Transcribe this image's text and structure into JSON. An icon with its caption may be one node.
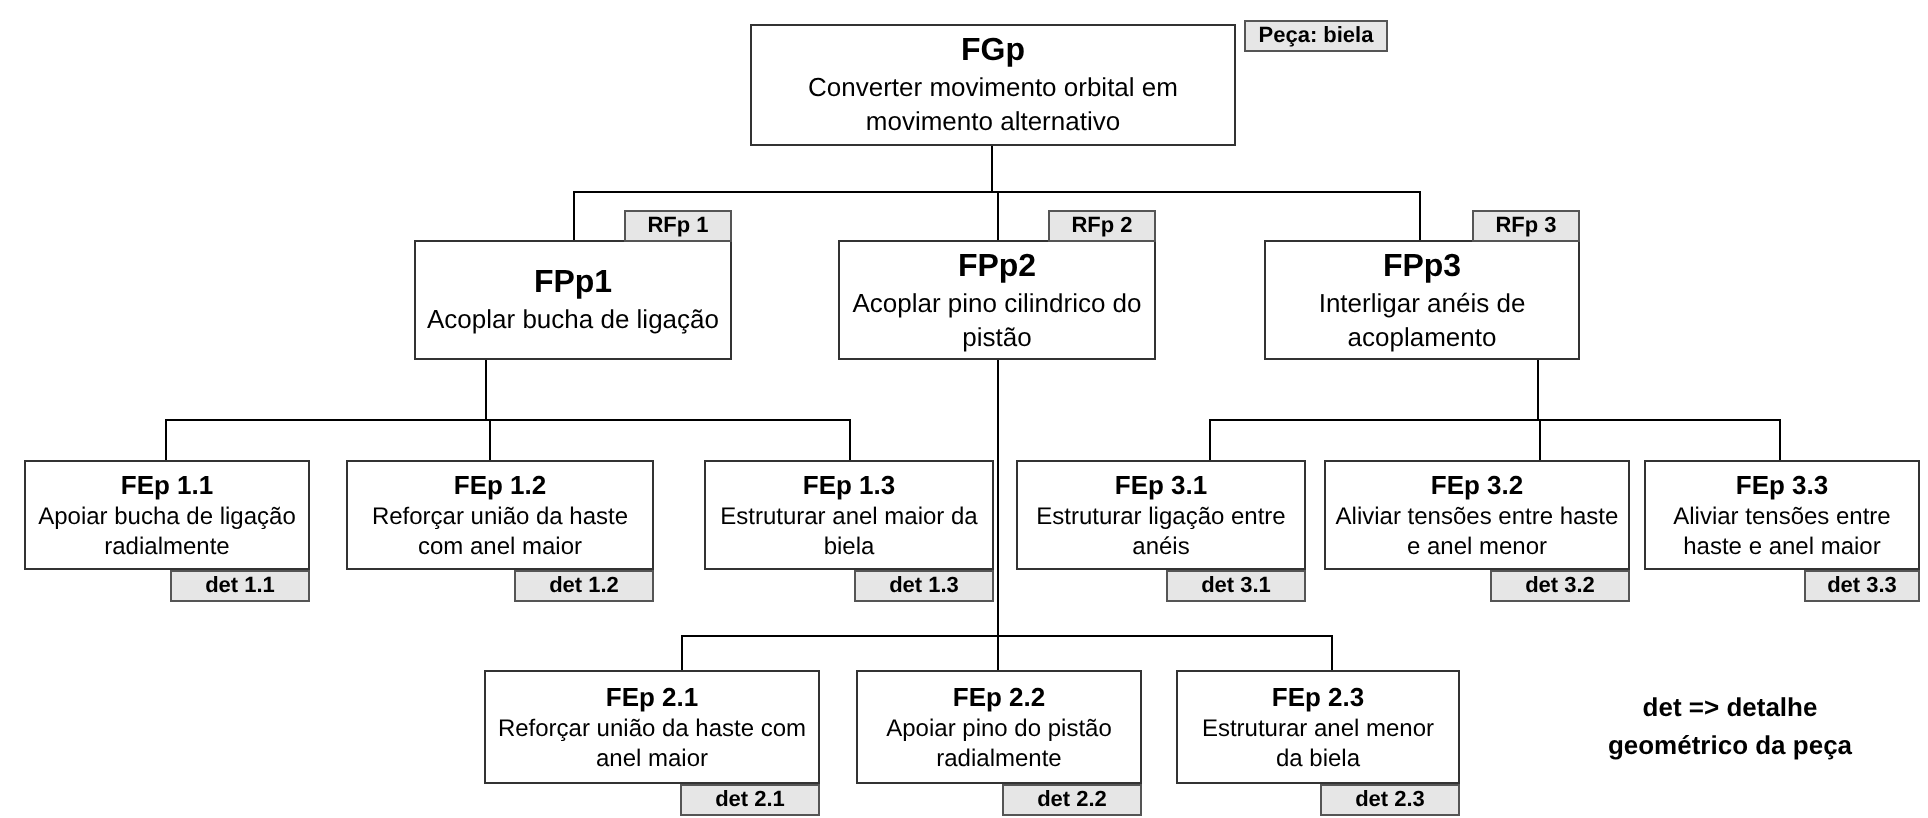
{
  "diagram": {
    "nodes": [
      {
        "text": [
          "FGp",
          "Converter movimento orbital em movimento alternativo"
        ],
        "beside": [
          "Peça: biela"
        ]
      },
      {
        "text": [
          "FPp1",
          "Acoplar bucha de ligação"
        ],
        "beside": [
          "RFp 1"
        ]
      },
      {
        "text": [
          "FPp2",
          "Acoplar pino cilindrico do pistão"
        ],
        "beside": [
          "RFp 2"
        ]
      },
      {
        "text": [
          "FPp3",
          "Interligar anéis de acoplamento"
        ],
        "beside": [
          "RFp 3"
        ]
      },
      {
        "text": [
          "FEp 1.1",
          "Apoiar bucha de ligação radialmente"
        ],
        "beside": [
          "det 1.1"
        ]
      },
      {
        "text": [
          "FEp 1.2",
          "Reforçar união da haste com anel maior"
        ],
        "beside": [
          "det 1.2"
        ]
      },
      {
        "text": [
          "FEp 1.3",
          "Estruturar anel maior da biela"
        ],
        "beside": [
          "det 1.3"
        ]
      },
      {
        "text": [
          "FEp 3.1",
          "Estruturar ligação entre anéis"
        ],
        "beside": [
          "det 3.1"
        ]
      },
      {
        "text": [
          "FEp 3.2",
          "Aliviar tensões entre haste e anel menor"
        ],
        "beside": [
          "det 3.2"
        ]
      },
      {
        "text": [
          "FEp 3.3",
          "Aliviar tensões entre haste e anel maior"
        ],
        "beside": [
          "det 3.3"
        ]
      },
      {
        "text": [
          "FEp 2.1",
          "Reforçar união da haste com anel maior"
        ],
        "beside": [
          "det 2.1"
        ]
      },
      {
        "text": [
          "FEp 2.2",
          "Apoiar pino do pistão radialmente"
        ],
        "beside": [
          "det 2.2"
        ]
      },
      {
        "text": [
          "FEp 2.3",
          "Estruturar anel menor da biela"
        ],
        "beside": [
          "det 2.3"
        ]
      }
    ],
    "edges": [
      {
        "from": 0,
        "to": 1,
        "arrow": "none"
      },
      {
        "from": 0,
        "to": 2,
        "arrow": "none"
      },
      {
        "from": 0,
        "to": 3,
        "arrow": "none"
      },
      {
        "from": 1,
        "to": 4,
        "arrow": "none"
      },
      {
        "from": 1,
        "to": 5,
        "arrow": "none"
      },
      {
        "from": 1,
        "to": 6,
        "arrow": "none"
      },
      {
        "from": 2,
        "to": 10,
        "arrow": "none"
      },
      {
        "from": 2,
        "to": 11,
        "arrow": "none"
      },
      {
        "from": 2,
        "to": 12,
        "arrow": "none"
      },
      {
        "from": 3,
        "to": 7,
        "arrow": "none"
      },
      {
        "from": 3,
        "to": 8,
        "arrow": "none"
      },
      {
        "from": 3,
        "to": 9,
        "arrow": "none"
      }
    ],
    "labels": [
      "det => detalhe geométrico da peça"
    ]
  }
}
